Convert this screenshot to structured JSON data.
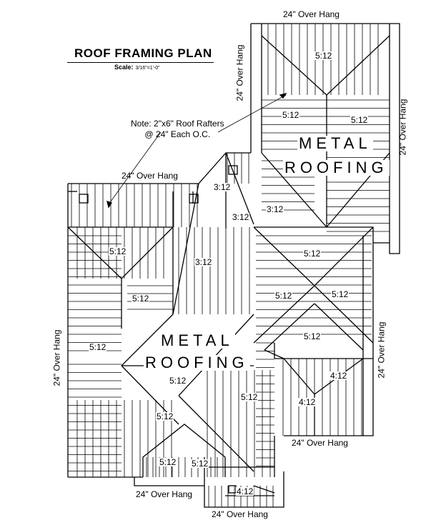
{
  "title": "ROOF FRAMING PLAN",
  "scale": {
    "label": "Scale:",
    "value": "3/16\"=1'-0\""
  },
  "note": {
    "line1": "Note: 2\"x6\" Roof Rafters",
    "line2": "@ 24\"  Each O.C."
  },
  "overhang_label": "24\" Over Hang",
  "vertical_overhang_label": "24\" Over Hang",
  "roofing": {
    "word1": "METAL",
    "word2": "ROOFING"
  },
  "pitches": {
    "p512": "5:12",
    "p312": "3:12",
    "p412": "4:12"
  }
}
